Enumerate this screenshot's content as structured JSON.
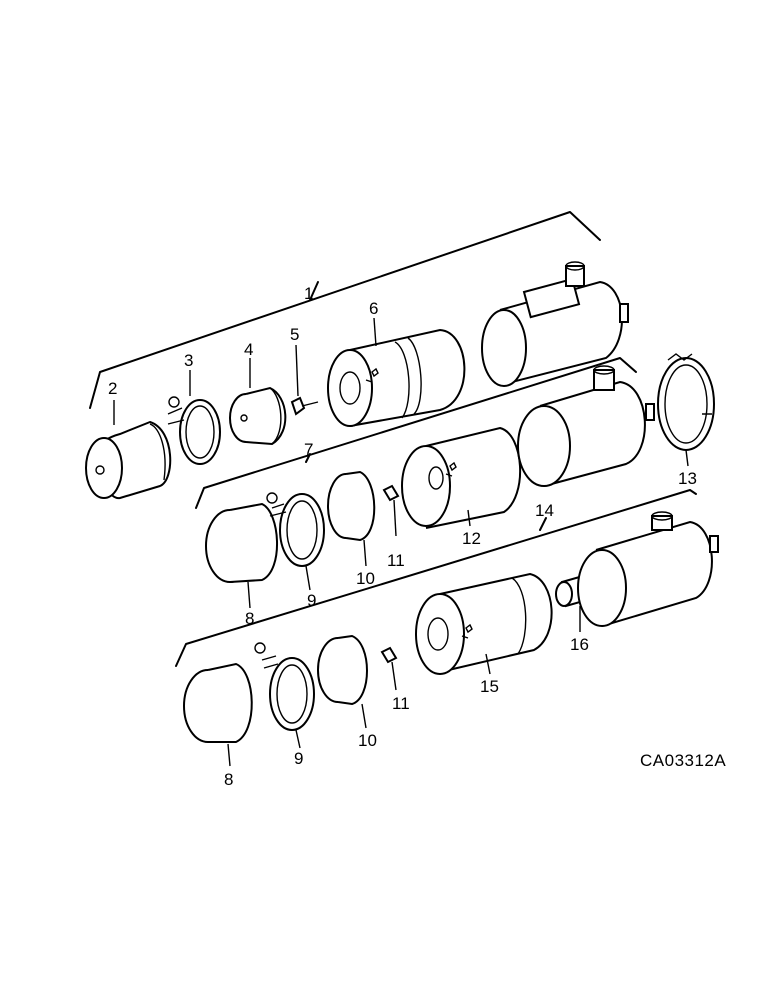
{
  "drawing_code": "CA03312A",
  "callouts": {
    "c1": "1",
    "c2": "2",
    "c3": "3",
    "c4": "4",
    "c5": "5",
    "c6": "6",
    "c7": "7",
    "c8a": "8",
    "c8b": "8",
    "c9a": "9",
    "c9b": "9",
    "c10a": "10",
    "c10b": "10",
    "c11a": "11",
    "c11b": "11",
    "c12": "12",
    "c13": "13",
    "c14": "14",
    "c15": "15",
    "c16": "16"
  }
}
